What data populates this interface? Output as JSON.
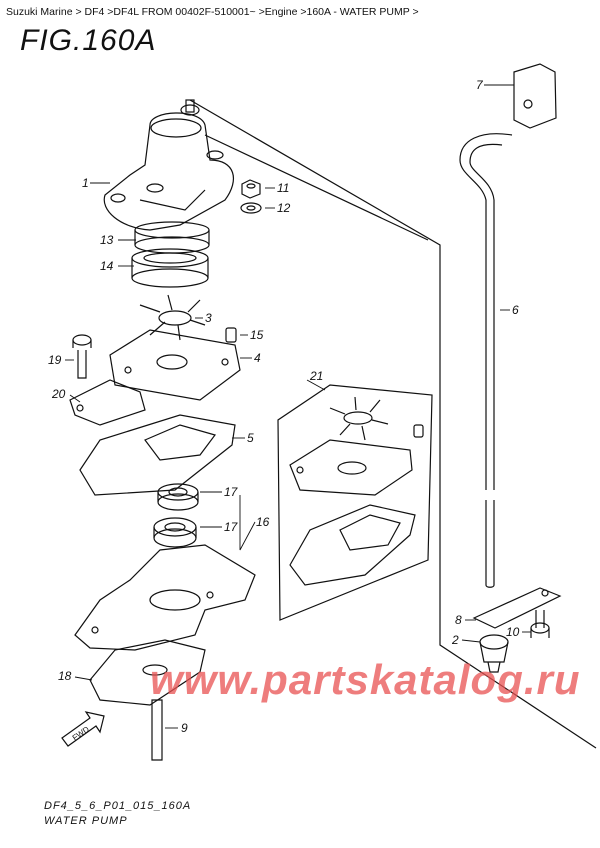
{
  "breadcrumb": "Suzuki Marine > DF4 >DF4L FROM 00402F-510001~ >Engine >160A - WATER PUMP >",
  "figure_title": "FIG.160A",
  "footer": {
    "diagram_code": "DF4_5_6_P01_015_160A",
    "diagram_name": "WATER PUMP"
  },
  "watermark": "www.partskatalog.ru",
  "fwd_label": "FWD",
  "callouts": [
    "1",
    "2",
    "3",
    "4",
    "5",
    "6",
    "7",
    "8",
    "9",
    "10",
    "11",
    "12",
    "13",
    "14",
    "15",
    "16",
    "17",
    "17",
    "18",
    "19",
    "20",
    "21"
  ]
}
